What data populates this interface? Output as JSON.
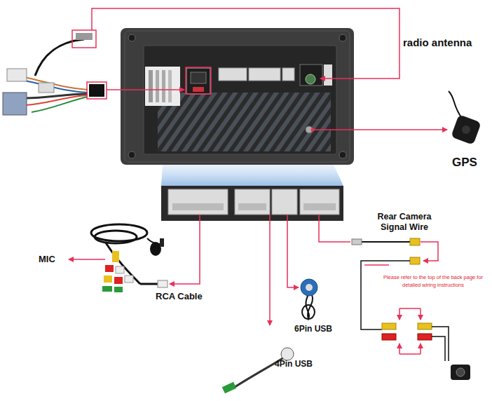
{
  "diagram": {
    "labels": [
      "radio antenna",
      "GPS",
      "Rear Camera Signal Wire",
      "MIC",
      "Please refer to the top of the back page for detailed wiring instructions",
      "RCA Cable",
      "6Pin USB",
      "4Pin USB"
    ]
  }
}
